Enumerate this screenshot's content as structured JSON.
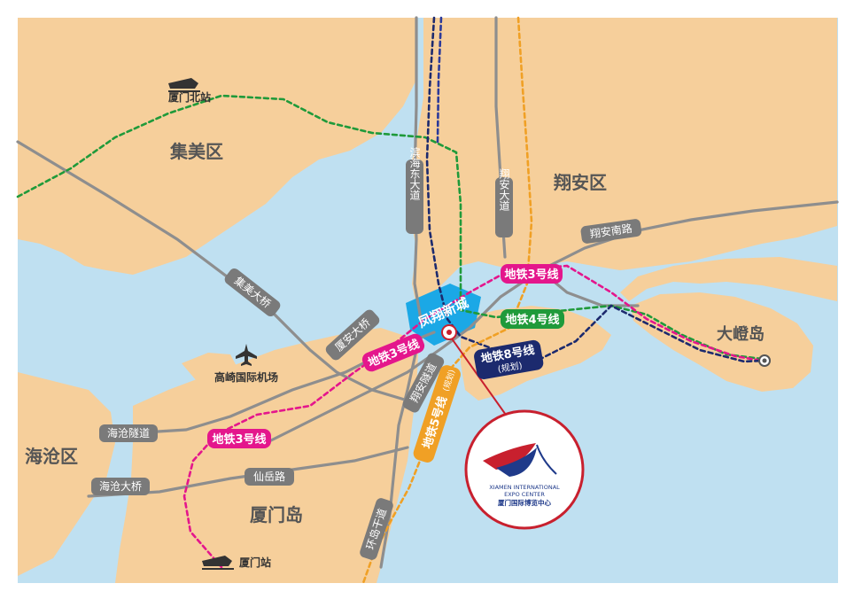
{
  "districts": {
    "jimei": "集美区",
    "xiangan": "翔安区",
    "haicang": "海沧区",
    "xiamen_island": "厦门岛",
    "dadeng": "大嶝岛"
  },
  "stations": {
    "xiamen_north": "厦门北站",
    "airport": "高崎国际机场",
    "xiamen_station": "厦门站"
  },
  "roads": {
    "binhai_east": "滨海东大道",
    "xiangan_ave": "翔安大道",
    "xiangan_south": "翔安南路",
    "jimei_bridge": "集美大桥",
    "xiamen_bridge": "厦安大桥",
    "xiangan_tunnel": "翔安隧道",
    "haicang_tunnel": "海沧隧道",
    "haicang_bridge": "海沧大桥",
    "xianyue": "仙岳路",
    "huandao_gan": "环岛干道"
  },
  "area_label": "凤翔新城",
  "metro_labels": {
    "line3_a": "地铁3号线",
    "line3_b": "地铁3号线",
    "line3_c": "地铁3号线",
    "line4": "地铁4号线",
    "line8": "地铁8号线",
    "line8_note": "(规划)",
    "line5": "地铁5号线",
    "line5_note": "(规划)"
  },
  "logo": {
    "en_line1": "XIAMEN INTERNATIONAL",
    "en_line2": "EXPO CENTER",
    "cn": "厦门国际博览中心"
  },
  "colors": {
    "sea": "#bfe0f1",
    "land": "#f6cf9b",
    "road": "#8e8e8e",
    "road_label_bg": "#7a7a7a",
    "line3": "#e4168c",
    "line4": "#1f9a3a",
    "line8": "#1c2a6e",
    "line5": "#f0a025",
    "line_blue": "#2b3a9a",
    "area_blue": "#1ba8e6",
    "callout_red": "#c8202e"
  }
}
